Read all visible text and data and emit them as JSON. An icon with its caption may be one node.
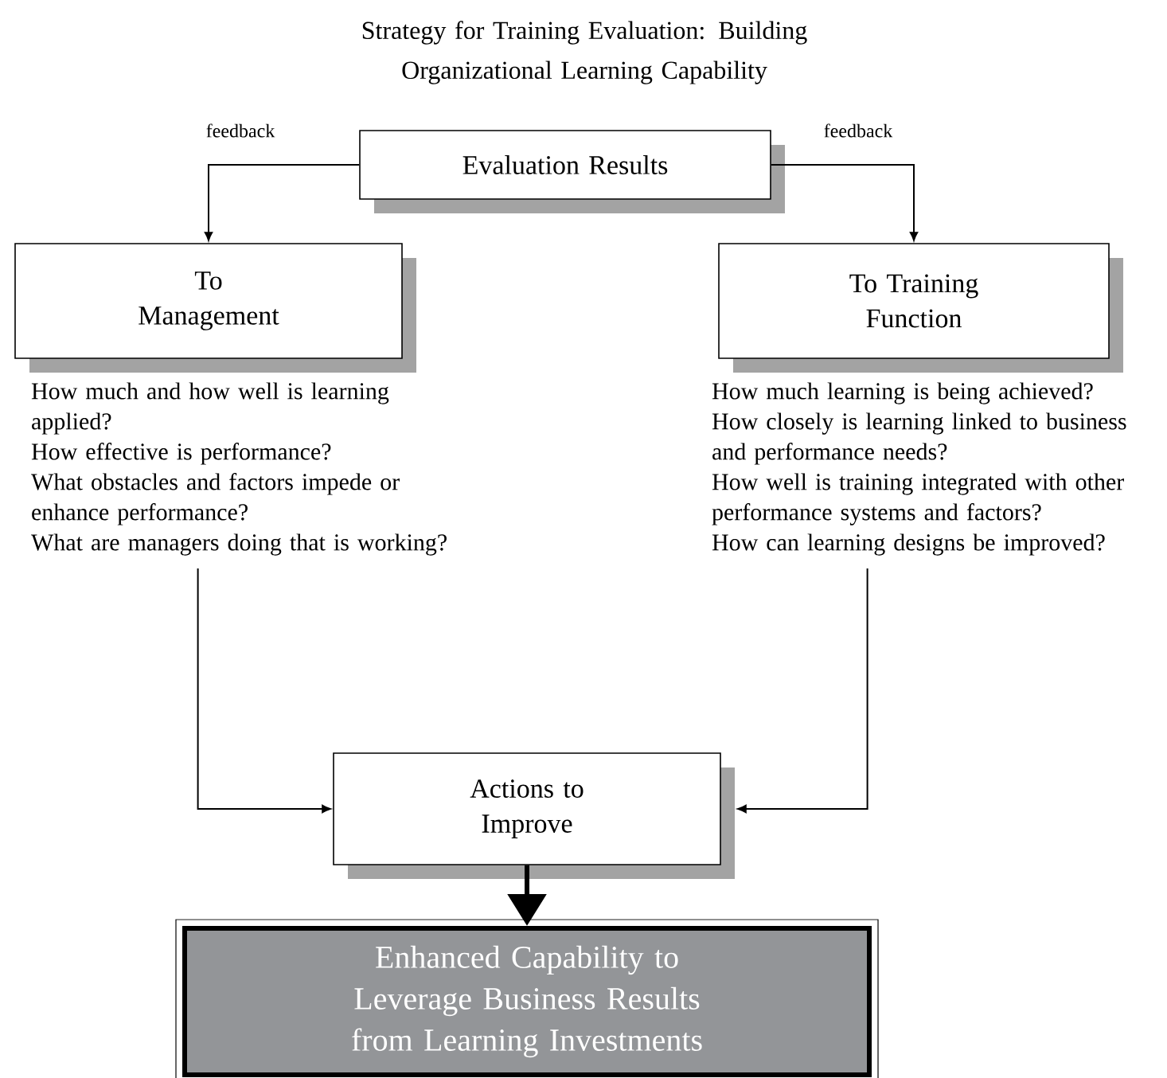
{
  "diagram": {
    "title": "Strategy for Training Evaluation: Building Organizational Learning Capability",
    "nodes": [
      {
        "text": [
          "Evaluation Results"
        ]
      },
      {
        "text": [
          "To Management"
        ]
      },
      {
        "text": [
          "To Training Function"
        ]
      },
      {
        "text": [
          "How much and how well is learning applied?",
          "How effective is performance?",
          "What obstacles and factors impede or enhance performance?",
          "What are managers doing that is working?"
        ]
      },
      {
        "text": [
          "How much learning is being achieved?",
          "How closely is learning linked to business and performance needs?",
          "How well is training integrated with other performance systems and factors?",
          "How can learning designs be improved?"
        ]
      },
      {
        "text": [
          "Actions to Improve"
        ]
      },
      {
        "text": [
          "Enhanced Capability to Leverage Business Results from Learning Investments"
        ]
      }
    ],
    "edges": [
      {
        "from": 0,
        "to": 1,
        "arrow": "to",
        "label": "feedback"
      },
      {
        "from": 0,
        "to": 2,
        "arrow": "to",
        "label": "feedback"
      },
      {
        "from": 3,
        "to": 5,
        "arrow": "to"
      },
      {
        "from": 4,
        "to": 5,
        "arrow": "to"
      },
      {
        "from": 5,
        "to": 6,
        "arrow": "to",
        "style": "thick"
      }
    ]
  }
}
